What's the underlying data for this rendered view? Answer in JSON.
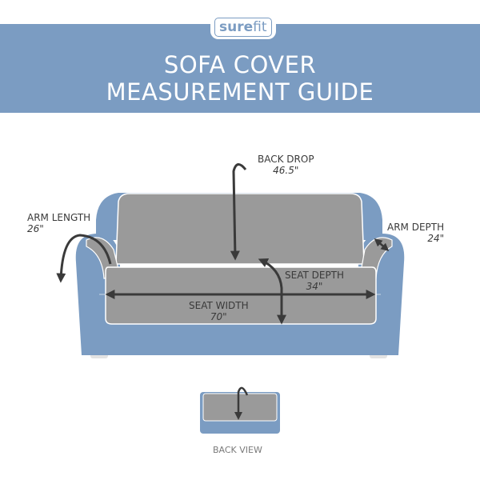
{
  "brand": {
    "logo_prefix": "sure",
    "logo_suffix": "fit"
  },
  "header": {
    "title_line1": "SOFA COVER",
    "title_line2": "MEASUREMENT GUIDE"
  },
  "measurements": {
    "back_drop": {
      "label": "BACK DROP",
      "value": "46.5\""
    },
    "arm_length": {
      "label": "ARM  LENGTH",
      "value": "26\""
    },
    "arm_depth": {
      "label": "ARM DEPTH",
      "value": "24\""
    },
    "seat_depth": {
      "label": "SEAT DEPTH",
      "value": "34\""
    },
    "seat_width": {
      "label": "SEAT WIDTH",
      "value": "70\""
    }
  },
  "back_view": {
    "label": "BACK VIEW"
  },
  "colors": {
    "banner": "#7b9cc2",
    "sofa_blue": "#7b9cc2",
    "cover_gray": "#9a9a9a",
    "arrow": "#3a3a3a"
  }
}
